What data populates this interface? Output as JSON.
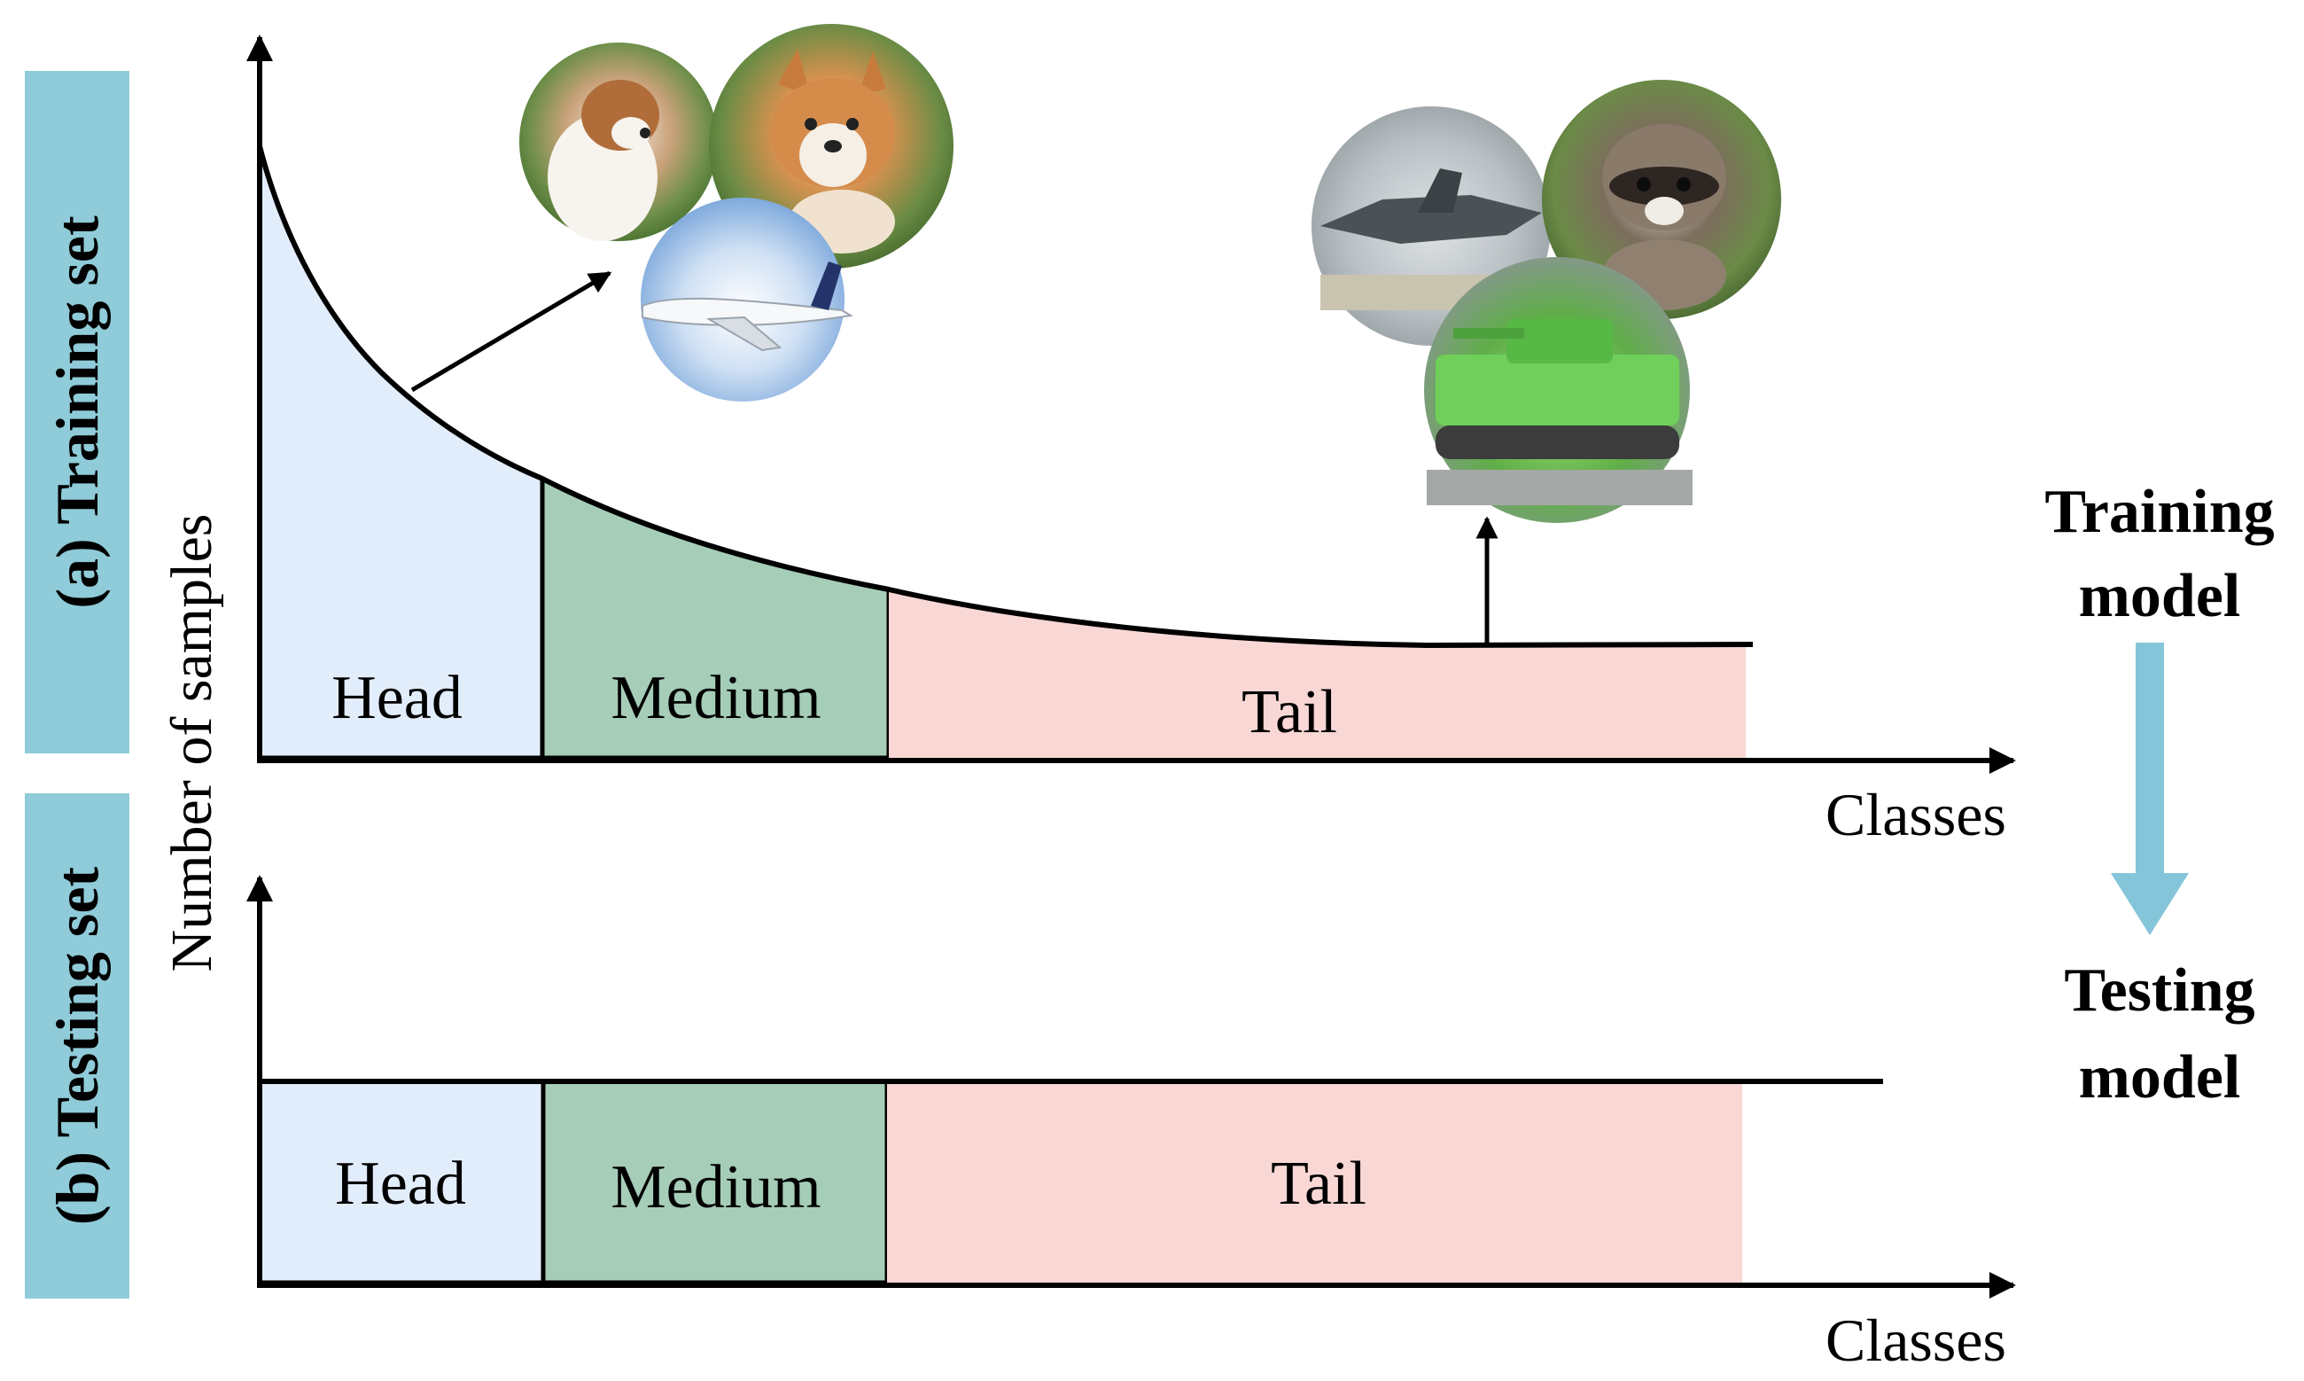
{
  "side_labels": {
    "training_set": "(a) Training set",
    "testing_set": "(b) Testing set"
  },
  "y_axis_label": "Number of samples",
  "training_panel": {
    "x_axis_label": "Classes",
    "segments": [
      "Head",
      "Medium",
      "Tail"
    ],
    "head_images": [
      "puppy-photo",
      "corgi-photo",
      "airplane-photo"
    ],
    "tail_images": [
      "fighter-jet-photo",
      "raccoon-photo",
      "tank-photo"
    ]
  },
  "testing_panel": {
    "x_axis_label": "Classes",
    "segments": [
      "Head",
      "Medium",
      "Tail"
    ]
  },
  "flow": {
    "training_model": [
      "Training",
      "model"
    ],
    "testing_model": [
      "Testing",
      "model"
    ]
  },
  "colors": {
    "head": "#e2edfb",
    "medium": "#a6cdb8",
    "tail": "#f8d7d5",
    "side_label_bg": "#8fcbd8",
    "flow_arrow": "#85c5d9",
    "axis": "#000000"
  }
}
